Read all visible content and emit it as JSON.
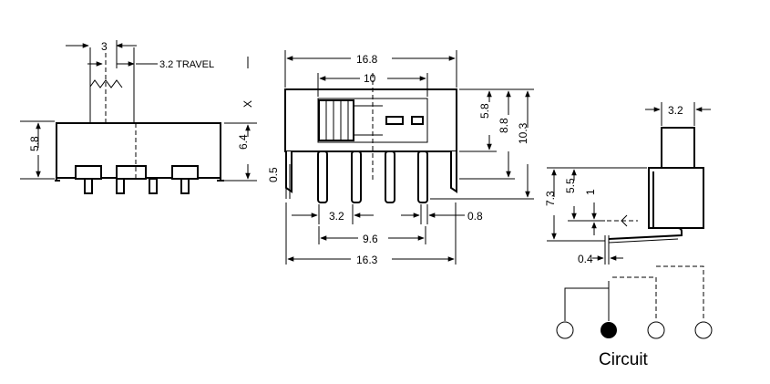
{
  "side_view": {
    "dim_top": "3",
    "travel": "3.2 TRAVEL",
    "x_mark": "X",
    "height_left": "5.8",
    "height_right": "6.4"
  },
  "front_view": {
    "width_overall": "16.8",
    "width_slot": "10",
    "h1": "5.8",
    "h2": "8.8",
    "h3": "10.3",
    "pin_offset": "0.5",
    "pin_pitch": "3.2",
    "pin_width": "0.8",
    "pin_span": "9.6",
    "pin_total": "16.3"
  },
  "end_view": {
    "actuator_width": "3.2",
    "h_total": "7.3",
    "h_mid": "5.5",
    "h_small": "1",
    "lead_thickness": "0.4"
  },
  "circuit": {
    "caption": "Circuit"
  }
}
